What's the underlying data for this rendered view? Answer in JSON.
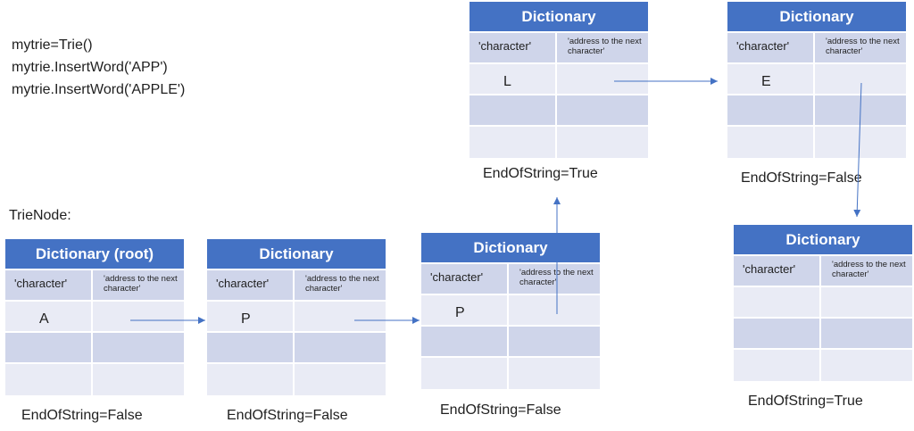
{
  "code_lines": [
    "mytrie=Trie()",
    "mytrie.InsertWord('APP')",
    "mytrie.InsertWord('APPLE')"
  ],
  "trienode_label": "TrieNode:",
  "column_headers": {
    "character": "'character'",
    "address": "'address to the next character'"
  },
  "nodes": [
    {
      "title": "Dictionary (root)",
      "char": "A",
      "end_of_string": "EndOfString=False"
    },
    {
      "title": "Dictionary",
      "char": "P",
      "end_of_string": "EndOfString=False"
    },
    {
      "title": "Dictionary",
      "char": "P",
      "end_of_string": "EndOfString=False"
    },
    {
      "title": "Dictionary",
      "char": "L",
      "end_of_string": "EndOfString=True"
    },
    {
      "title": "Dictionary",
      "char": "E",
      "end_of_string": "EndOfString=False"
    },
    {
      "title": "Dictionary",
      "char": "",
      "end_of_string": "EndOfString=True"
    }
  ],
  "colors": {
    "header": "#4472c4",
    "row_dark": "#cfd5ea",
    "row_light": "#e9ebf5",
    "arrow": "#4472c4"
  }
}
